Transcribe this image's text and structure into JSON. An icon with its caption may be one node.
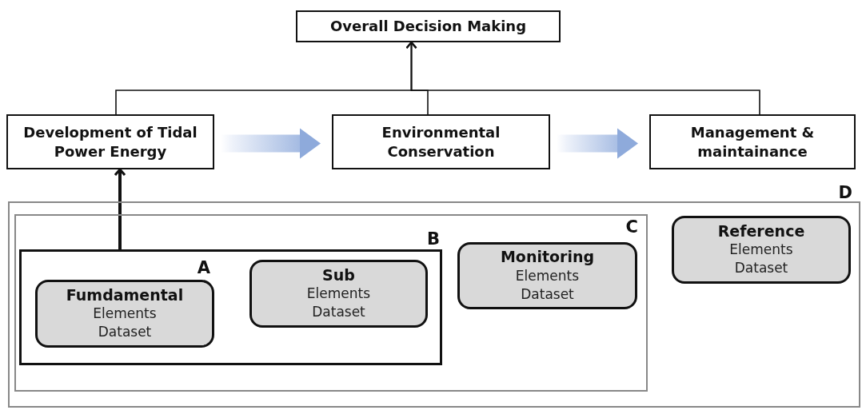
{
  "diagram": {
    "nodes": [
      {
        "text": [
          "Overall Decision Making"
        ]
      },
      {
        "text": [
          "Development of Tidal Power Energy"
        ]
      },
      {
        "text": [
          "Environmental Conservation"
        ]
      },
      {
        "text": [
          "Management & maintainance"
        ]
      },
      {
        "text": [
          "D"
        ]
      },
      {
        "text": [
          "C"
        ],
        "in": 4
      },
      {
        "text": [
          "B"
        ],
        "in": 5
      },
      {
        "text": [
          "Fumdamental",
          "Elements Dataset"
        ],
        "beside": [
          "A"
        ],
        "in": 6
      },
      {
        "text": [
          "Sub",
          "Elements Dataset"
        ],
        "in": 6
      },
      {
        "text": [
          "Monitoring",
          "Elements Dataset"
        ],
        "in": 5
      },
      {
        "text": [
          "Reference",
          "Elements Dataset"
        ],
        "in": 4
      }
    ],
    "edges": [
      {
        "from": 1,
        "to": 0,
        "arrow": "to"
      },
      {
        "from": 2,
        "to": 0,
        "arrow": "to"
      },
      {
        "from": 3,
        "to": 0,
        "arrow": "to"
      },
      {
        "from": 1,
        "to": 2,
        "arrow": "to",
        "style": "thick",
        "color": "#8eaadb"
      },
      {
        "from": 2,
        "to": 3,
        "arrow": "to",
        "style": "thick",
        "color": "#8eaadb"
      },
      {
        "from": 6,
        "to": 1,
        "arrow": "to",
        "style": "thick"
      }
    ]
  }
}
